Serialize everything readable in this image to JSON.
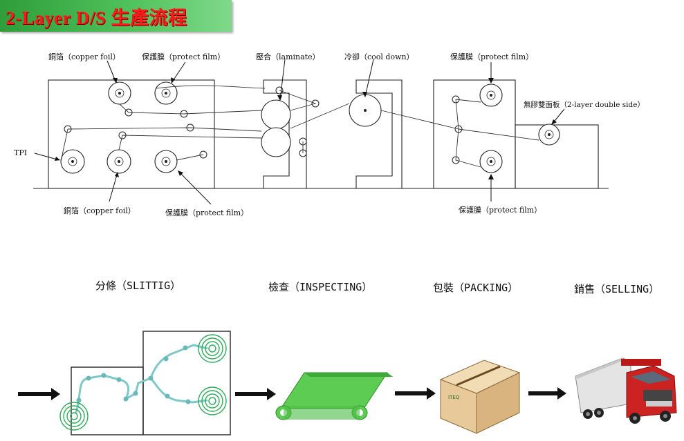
{
  "title": "2-Layer D/S 生產流程",
  "labels": {
    "copper_foil_top": "銅箔（copper foil）",
    "protect_film_top": "保護膜（protect film）",
    "laminate": "壓合（laminate）",
    "cool_down": "冷卻（cool down）",
    "protect_film_right": "保護膜（protect film）",
    "product": "無膠雙面板（2-layer double side）",
    "tpi": "TPI",
    "copper_foil_bottom": "銅箔（copper foil）",
    "protect_film_bottom": "保護膜（protect film）",
    "protect_film_bottom_right": "保護膜（protect film）"
  },
  "stages": {
    "slitting": "分條（SLITTIG）",
    "inspecting": "檢查（INSPECTING）",
    "packing": "包裝（PACKING）",
    "selling": "銷售（SELLING）"
  },
  "box_text": "ITEQ",
  "colors": {
    "title_text": "#ff1a1a",
    "title_bg": "#3fb04a",
    "slit_path": "#7ec8c8",
    "coil": "#2eaa5a",
    "belt": "#5ccc52",
    "box": "#e8c99a",
    "truck_cab": "#cc2222",
    "truck_trailer": "#dcdcdc"
  }
}
